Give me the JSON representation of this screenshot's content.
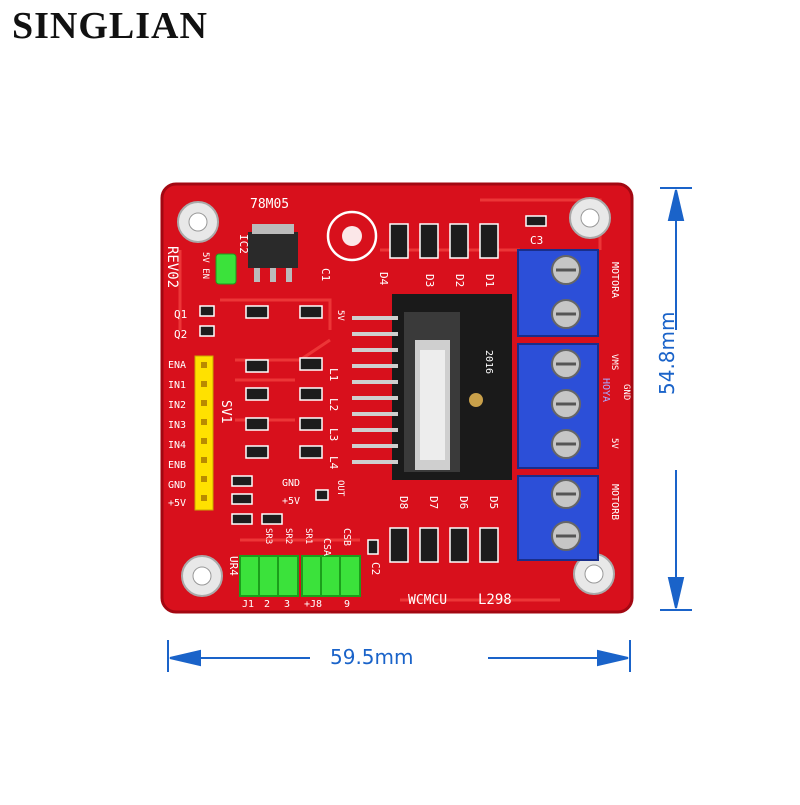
{
  "brand": {
    "name": "SINGLIAN"
  },
  "dimensions": {
    "width_label": "59.5mm",
    "height_label": "54.8mm"
  },
  "colors": {
    "board": "#d8101c",
    "accent_blue": "#1a63c9",
    "terminal_blue": "#2c4fd8",
    "jumper_green": "#3be23b",
    "header_yellow": "#ffe100"
  },
  "board": {
    "board_id": "REV02",
    "chip_label": "L298",
    "vendor_label": "WCMCU",
    "regulator": "78M05",
    "regulator_ref": "IC2",
    "en_label": "5V EN",
    "cap_c1": "C1",
    "cap_c2": "C2",
    "cap_c3": "C3",
    "sv1": "SV1",
    "ur4": "UR4",
    "diodes_top": [
      "D4",
      "D3",
      "D2",
      "D1"
    ],
    "diodes_bottom": [
      "D8",
      "D7",
      "D6",
      "D5"
    ],
    "header_pins": [
      "ENA",
      "IN1",
      "IN2",
      "IN3",
      "IN4",
      "ENB",
      "GND",
      "+5V"
    ],
    "left_labels": [
      "Q1",
      "Q2"
    ],
    "motor_a": "MOTORA",
    "motor_b": "MOTORB",
    "power_labels": [
      "VMS",
      "GND",
      "5V"
    ],
    "hoya": "HOYA",
    "date_code": "2016",
    "jumpers": [
      "J1",
      "2",
      "3",
      "+J8",
      "9"
    ],
    "sense_labels": [
      "CSA",
      "CSB",
      "SR1",
      "SR2",
      "SR3"
    ],
    "gnd_label": "GND",
    "plus5v_label": "+5V",
    "out_label": "OUT",
    "led_labels": [
      "L1",
      "L2",
      "L3",
      "L4"
    ],
    "five_v": "5V"
  }
}
